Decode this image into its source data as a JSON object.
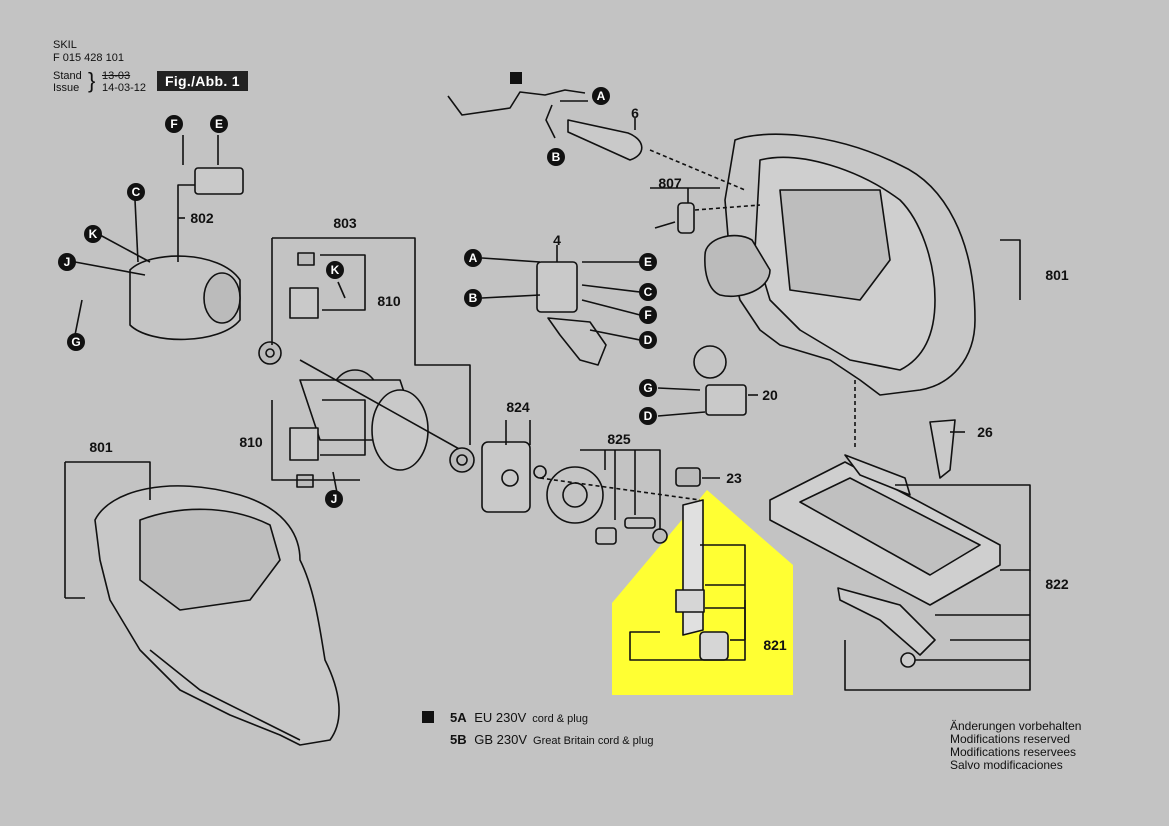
{
  "header": {
    "brand": "SKIL",
    "part_number": "F 015 428 101",
    "stand_label": "Stand",
    "issue_label": "Issue",
    "stand_date": "13-03",
    "issue_date": "14-03-12",
    "figure_label": "Fig./Abb. 1"
  },
  "bubbles": [
    "A",
    "B",
    "C",
    "D",
    "E",
    "F",
    "G",
    "J",
    "K"
  ],
  "parts": [
    "6",
    "807",
    "4",
    "801",
    "802",
    "803",
    "810",
    "824",
    "825",
    "23",
    "20",
    "26",
    "821",
    "822"
  ],
  "legend": [
    {
      "code": "5A",
      "voltage": "EU 230V",
      "desc": "cord & plug"
    },
    {
      "code": "5B",
      "voltage": "GB 230V",
      "desc": "Great Britain cord & plug"
    }
  ],
  "modifications": [
    "Änderungen vorbehalten",
    "Modifications reserved",
    "Modifications reservees",
    "Salvo modificaciones"
  ],
  "colors": {
    "background": "#c3c3c3",
    "highlight": "#ffff33",
    "ink": "#111111"
  }
}
